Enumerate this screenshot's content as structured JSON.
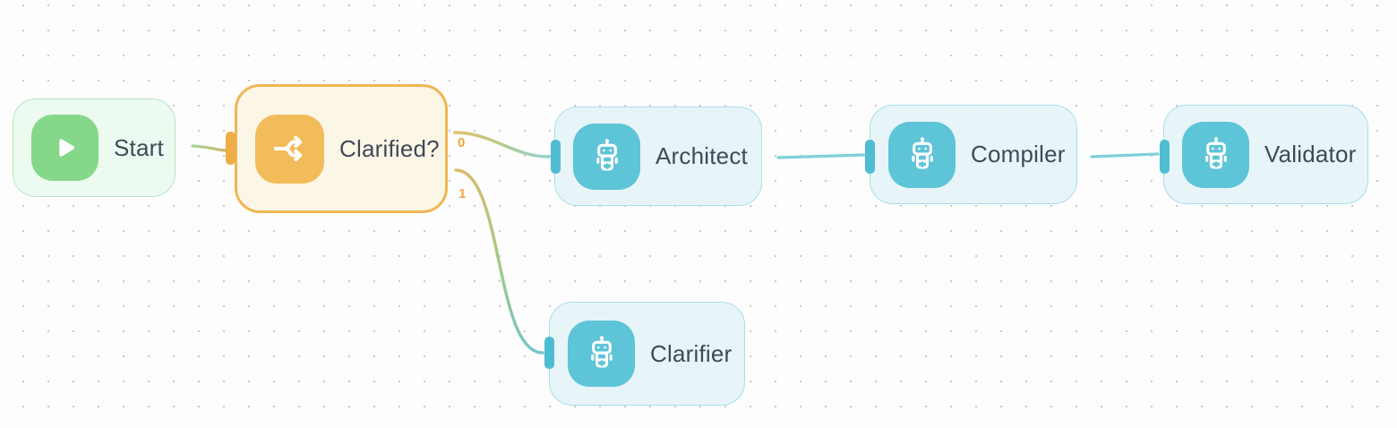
{
  "canvas": {
    "type": "workflow-editor",
    "background_color": "#fdfdfd",
    "dot_grid_color": "#c9c9c9"
  },
  "nodes": [
    {
      "id": "start",
      "label": "Start",
      "icon": "play-icon",
      "accent": "#85d889",
      "background": "#edfaef",
      "border": "#b9e5c2"
    },
    {
      "id": "clarified",
      "label": "Clarified?",
      "icon": "split-icon",
      "accent": "#f2bc5a",
      "background": "#fcf6e7",
      "border": "#efb654",
      "selected": true,
      "outputs": [
        {
          "label": "0"
        },
        {
          "label": "1"
        }
      ]
    },
    {
      "id": "architect",
      "label": "Architect",
      "icon": "robot-icon",
      "accent": "#5ec4d8",
      "background": "#e7f5f9",
      "border": "#a9deeb"
    },
    {
      "id": "compiler",
      "label": "Compiler",
      "icon": "robot-icon",
      "accent": "#5ec4d8",
      "background": "#e7f5f9",
      "border": "#a9deeb"
    },
    {
      "id": "validator",
      "label": "Validator",
      "icon": "robot-icon",
      "accent": "#5ec4d8",
      "background": "#e7f5f9",
      "border": "#a9deeb"
    },
    {
      "id": "clarifier",
      "label": "Clarifier",
      "icon": "robot-icon",
      "accent": "#5ec4d8",
      "background": "#e7f5f9",
      "border": "#a9deeb"
    }
  ],
  "edges": [
    {
      "from": "start",
      "to": "clarified",
      "colors": [
        "#a3d59d",
        "#cdb768"
      ]
    },
    {
      "from": "clarified",
      "source_output": "0",
      "to": "architect",
      "colors": [
        "#e3bf6a",
        "#b5cb90",
        "#90d2cf"
      ]
    },
    {
      "from": "clarified",
      "source_output": "1",
      "to": "clarifier",
      "colors": [
        "#ddbb66",
        "#9dca8d",
        "#74c4ca"
      ]
    },
    {
      "from": "architect",
      "to": "compiler",
      "colors": [
        "#7ed0da"
      ]
    },
    {
      "from": "compiler",
      "to": "validator",
      "colors": [
        "#7ed0da"
      ]
    }
  ],
  "handle_colors": {
    "orange": "#eead47",
    "teal": "#50bcd2"
  }
}
